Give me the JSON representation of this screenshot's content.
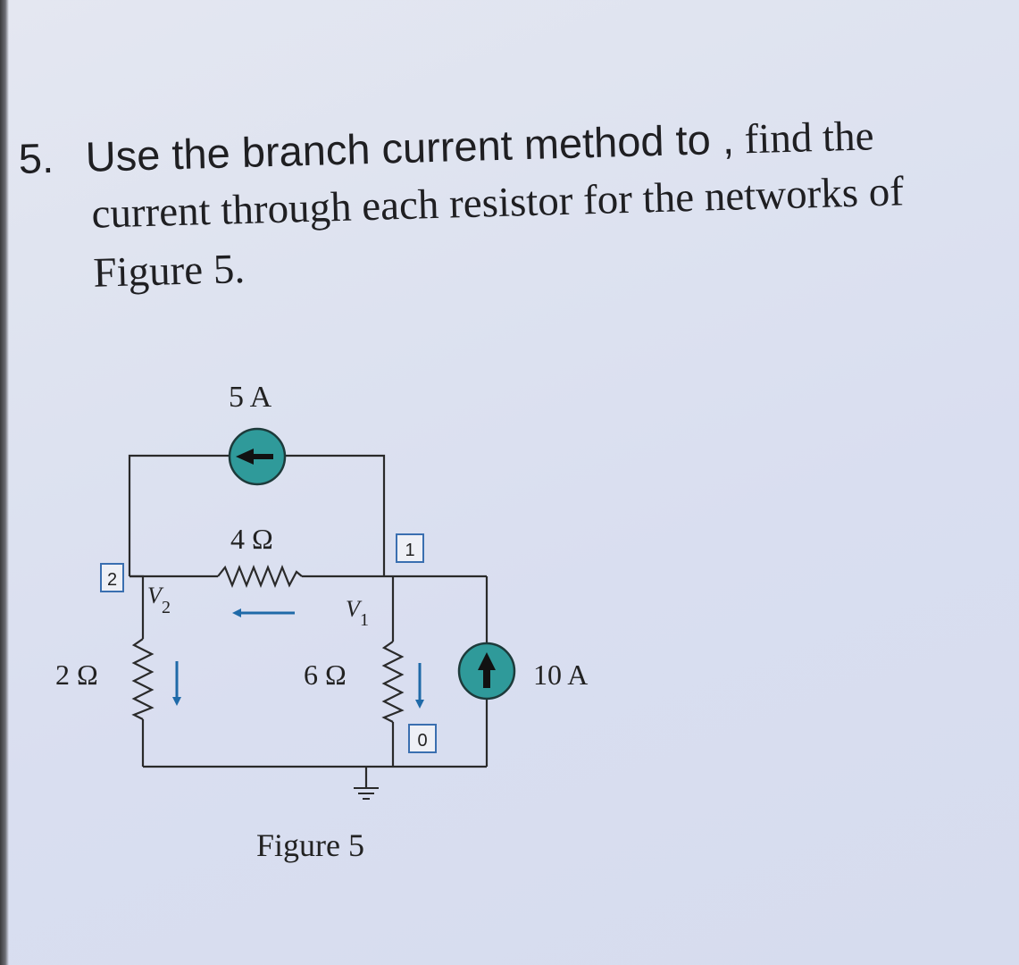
{
  "question": {
    "number": "5.",
    "text_sans": "Use the branch current method to ,",
    "text_serif_1": "find the",
    "line2": "current through each resistor for the networks of",
    "line3": "Figure 5."
  },
  "figure": {
    "caption": "Figure 5",
    "source_top": {
      "label": "5 A",
      "direction": "left"
    },
    "source_right": {
      "label": "10 A",
      "direction": "up"
    },
    "resistor_top": {
      "label": "4 Ω"
    },
    "resistor_left": {
      "label": "2 Ω"
    },
    "resistor_mid": {
      "label": "6 Ω"
    },
    "node_boxes": [
      "2",
      "1",
      "0"
    ],
    "voltage_labels": {
      "v2_main": "V",
      "v2_sub": "2",
      "v1_main": "V",
      "v1_sub": "1"
    },
    "colors": {
      "source_fill": "#2f9a9a",
      "wire": "#2a2a2a",
      "arrow": "#1f6aa8",
      "node_box": "#3a6fb0"
    }
  }
}
